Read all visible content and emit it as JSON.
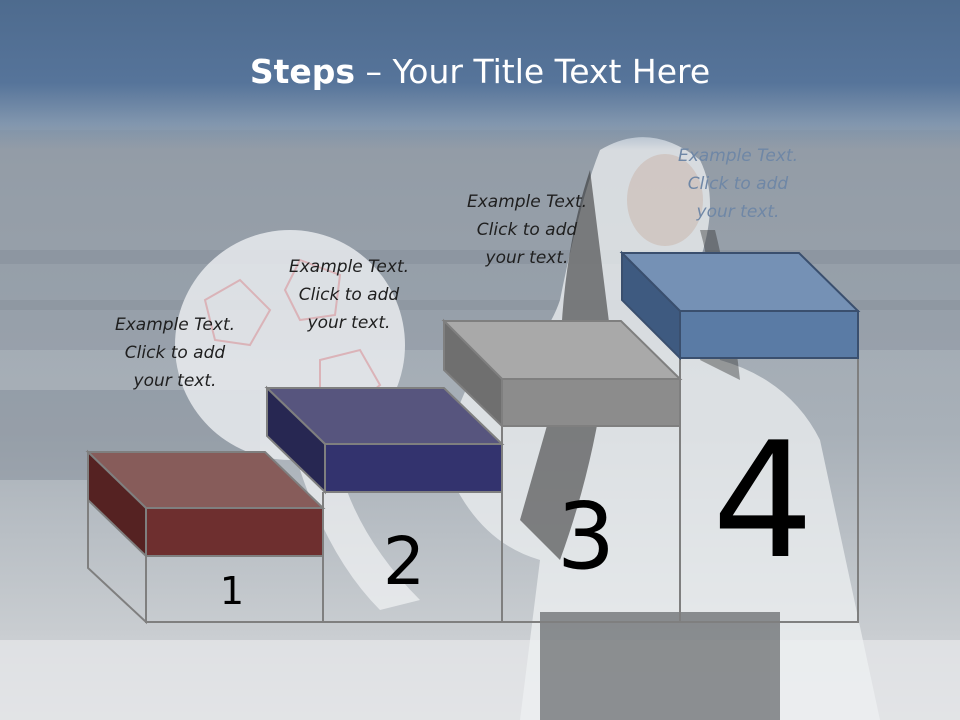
{
  "slide": {
    "title_bold": "Steps",
    "title_rest": " – Your Title Text Here"
  },
  "steps": [
    {
      "number": "1",
      "text_line1": "Example Text.",
      "text_line2": "Click  to add",
      "text_line3": "your text.",
      "block_color": "#6e2f2f"
    },
    {
      "number": "2",
      "text_line1": "Example Text.",
      "text_line2": "Click  to add",
      "text_line3": "your text.",
      "block_color": "#33336e"
    },
    {
      "number": "3",
      "text_line1": "Example Text.",
      "text_line2": "Click  to add",
      "text_line3": "your text.",
      "block_color": "#8c8c8c"
    },
    {
      "number": "4",
      "text_line1": "Example Text.",
      "text_line2": "Click  to add",
      "text_line3": "your text.",
      "block_color": "#5a7ba5"
    }
  ]
}
